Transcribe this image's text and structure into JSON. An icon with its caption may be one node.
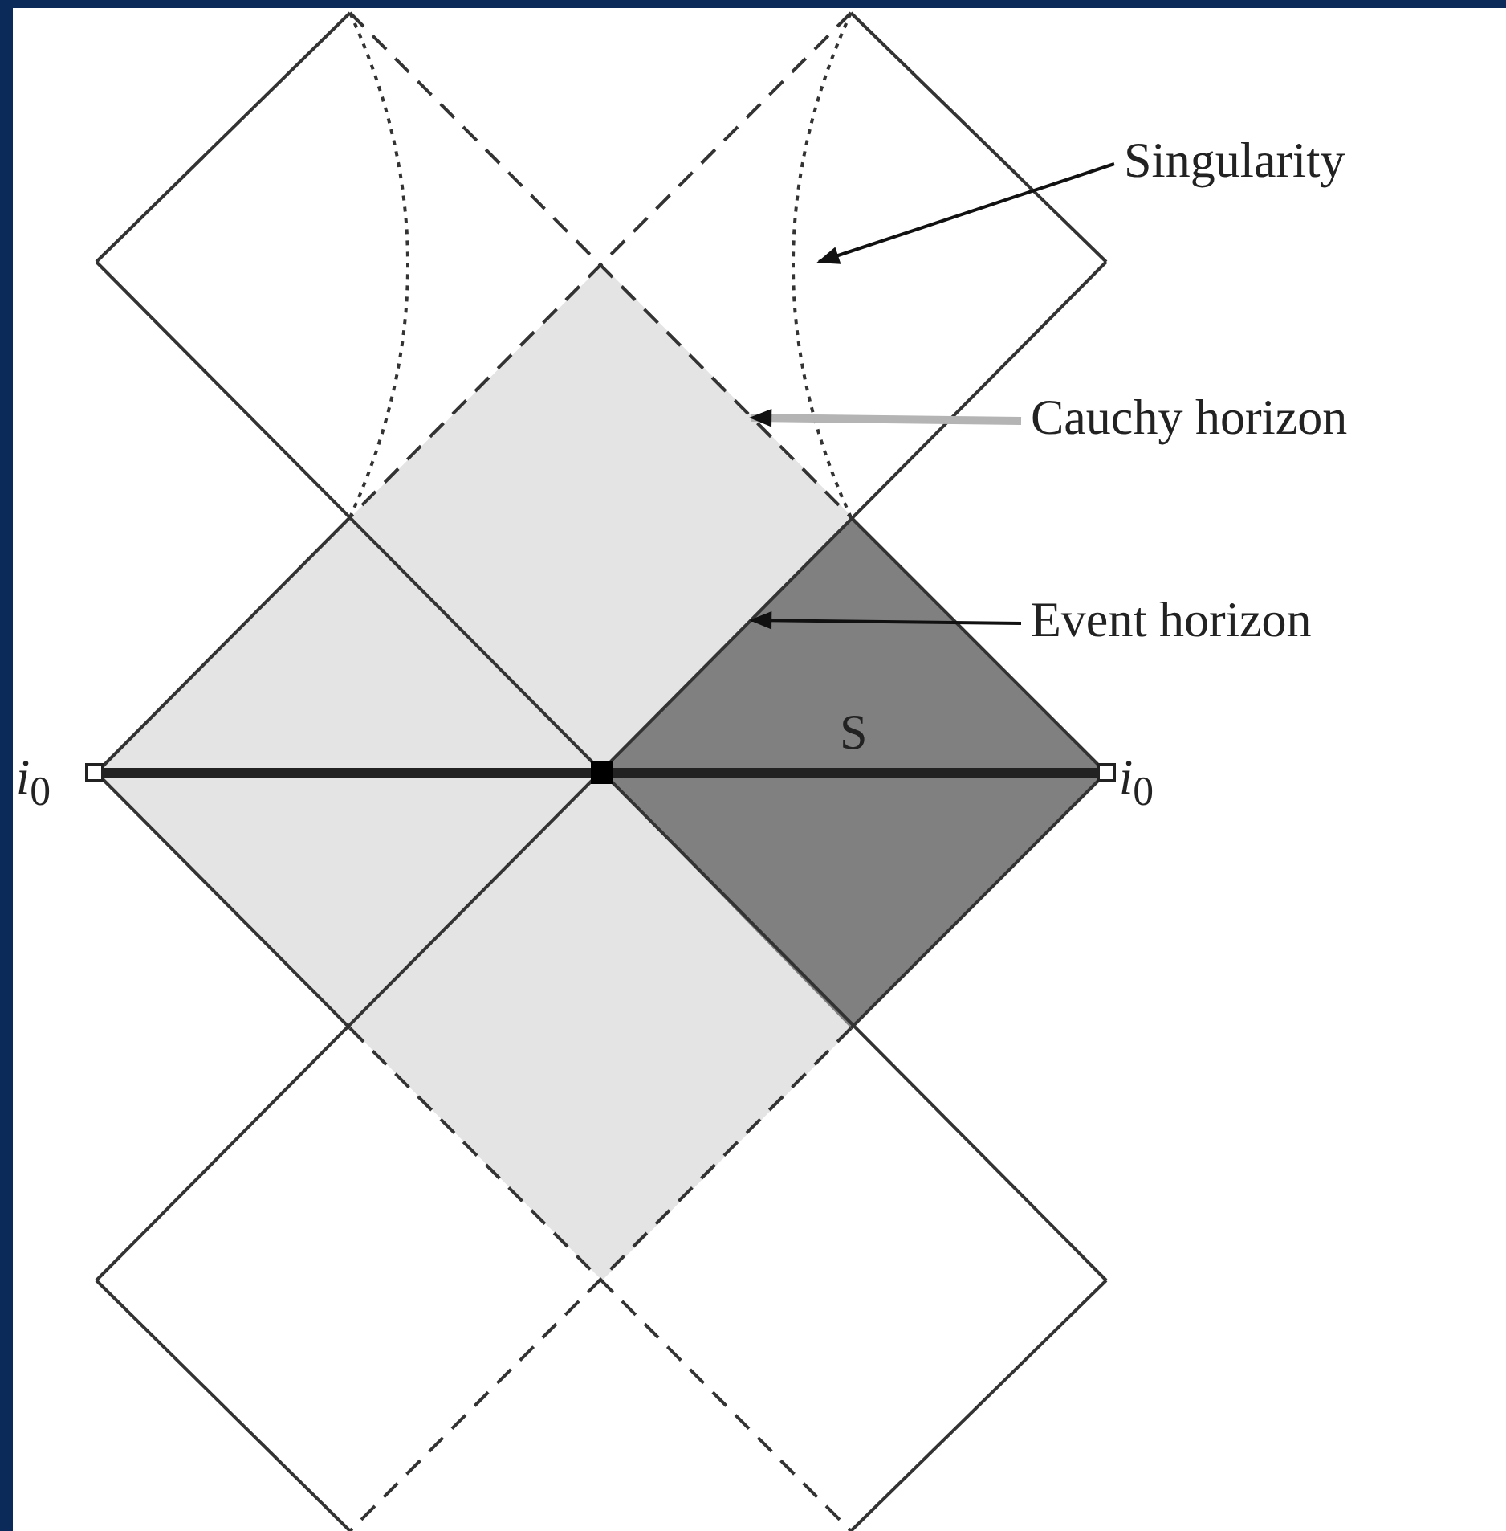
{
  "diagram": {
    "nodes": [
      {
        "text": [
          "Singularity"
        ]
      },
      {
        "text": [
          "Cauchy horizon"
        ]
      },
      {
        "text": [
          "Event horizon"
        ]
      }
    ],
    "edges": [
      {
        "from": 0,
        "to": null,
        "arrow": "to"
      },
      {
        "from": 1,
        "to": null,
        "arrow": "to",
        "style": "thick",
        "color": "#b4b4b4"
      },
      {
        "from": 2,
        "to": null,
        "arrow": "to"
      }
    ],
    "labels": [
      "S",
      "*i*$_{0}$",
      "*i*$_{0}$"
    ]
  }
}
